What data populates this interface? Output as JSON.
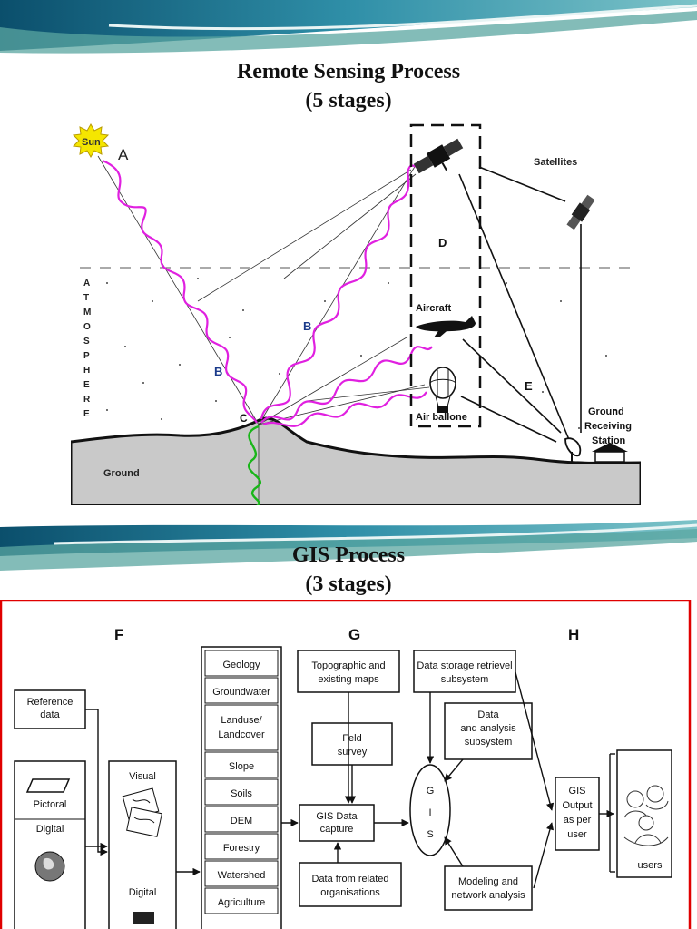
{
  "slide1": {
    "title_line1": "Remote Sensing Process",
    "title_line2": "(5 stages)",
    "labels": {
      "sun": "Sun",
      "a": "A",
      "b1": "B",
      "b2": "B",
      "c": "C",
      "d": "D",
      "e": "E",
      "satellites": "Satellites",
      "aircraft": "Aircraft",
      "air_ballone": "Air ballone",
      "ground": "Ground",
      "station1": "Ground",
      "station2": "Receiving",
      "station3": "Station",
      "atmosphere": [
        "A",
        "T",
        "M",
        "O",
        "S",
        "P",
        "H",
        "E",
        "R",
        "E"
      ]
    }
  },
  "slide2": {
    "title_line1": "GIS Process",
    "title_line2": "(3 stages)",
    "stage_f": "F",
    "stage_g": "G",
    "stage_h": "H",
    "reference_data": [
      "Reference",
      "data"
    ],
    "pictoral": "Pictoral",
    "digital_left": "Digital",
    "visual": "Visual",
    "digital_mid": "Digital",
    "layers": [
      "Geology",
      "Groundwater",
      "Landuse/",
      "Landcover",
      "Slope",
      "Soils",
      "DEM",
      "Forestry",
      "Watershed",
      "Agriculture"
    ],
    "topo_maps": [
      "Topographic and",
      "existing maps"
    ],
    "field_survey": [
      "Feld",
      "survey"
    ],
    "gis_capture": [
      "GIS Data",
      "capture"
    ],
    "related_orgs": [
      "Data from related",
      "organisations"
    ],
    "storage": [
      "Data storage retrievel",
      "subsystem"
    ],
    "analysis": [
      "Data",
      "and analysis",
      "subsystem"
    ],
    "modeling": [
      "Modeling and",
      "network analysis"
    ],
    "gis_letters": [
      "G",
      "I",
      "S"
    ],
    "output": [
      "GIS",
      "Output",
      "as per",
      "user"
    ],
    "users": "users"
  }
}
